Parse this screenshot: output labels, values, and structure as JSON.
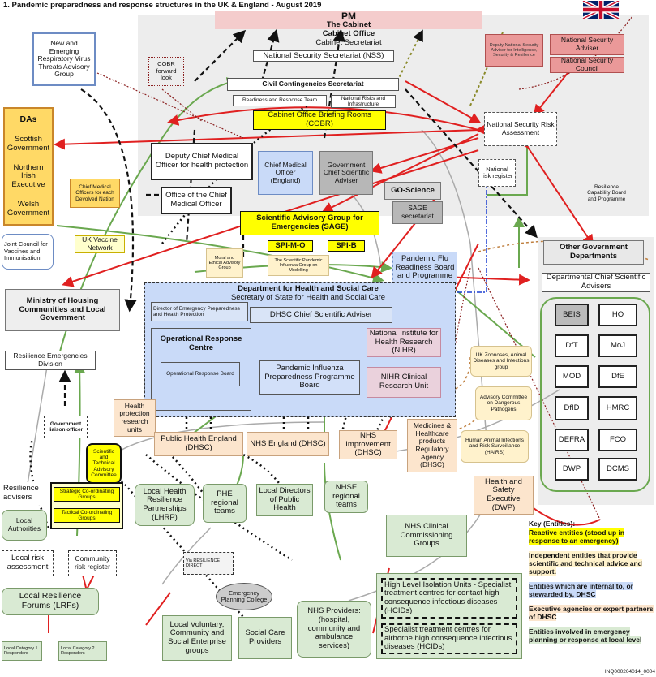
{
  "title": "1.   Pandemic preparedness and response structures in the UK & England - August 2019",
  "pm": "PM",
  "cabinet": "The Cabinet",
  "cabinet_office": "Cabinet Office",
  "cabinet_secretariat": "Cabinet Secretariat",
  "nss": "National Security Secretariat (NSS)",
  "cobr_forward_look": "COBR forward look",
  "deputy_nsa": "Deputy National Security Adviser for Intelligence, Security & Resilience",
  "nsa": "National Security Adviser",
  "nsc": "National Security Council",
  "ccs": "Civil Contingencies Secretariat",
  "rrt": "Readiness and Response Team",
  "nri": "National Risks and Infrastructure",
  "cobr": "Cabinet Office Briefing Rooms (COBR)",
  "nsra": "National Security Risk Assessment",
  "nrr": "National risk register",
  "rcbp": "Resilience Capability Board and Programme",
  "nervtag": "New and Emerging Respiratory Virus Threats Advisory Group",
  "das": {
    "title": "DAs",
    "items": [
      "Scottish Government",
      "Northern Irish Executive",
      "Welsh Government"
    ]
  },
  "dcmo": "Deputy Chief Medical Officer for health protection",
  "ocmo": "Office of the Chief Medical Officer",
  "cmo": "Chief Medical Officer (England)",
  "gcsa": "Government Chief Scientific Adviser",
  "goscience": "GO-Science",
  "sage_sec": "SAGE secretariat",
  "cmo_das": "Chief Medical Officers for each Devolved Nation",
  "sage": "Scientific Advisory Group for Emergencies (SAGE)",
  "spimo": "SPI-M-O",
  "spib": "SPI-B",
  "meag": "Moral and Ethical Advisory Group",
  "spim": "The Scientific Pandemic Influenza Group on Modelling",
  "jcvi": "Joint Council for Vaccines and Immunisation",
  "ukvn": "UK Vaccine Network",
  "pfrb": "Pandemic Flu Readiness Board and Programme",
  "ogd": "Other Government Departments",
  "dcsa": "Departmental Chief Scientific Advisers",
  "depts": [
    "BEIS",
    "HO",
    "DfT",
    "MoJ",
    "MOD",
    "DfE",
    "DfID",
    "HMRC",
    "DEFRA",
    "FCO",
    "DWP",
    "DCMS"
  ],
  "mhclg": "Ministry of Housing Communities and Local Government",
  "red": "Resilience Emergencies Division",
  "dhsc": "Department for Health and Social Care",
  "sos": "Secretary of State for Health and Social Care",
  "depr": "Director of Emergency Preparedness and Health Protection",
  "dhsc_csa": "DHSC Chief Scientific Adviser",
  "orc": "Operational Response Centre",
  "orb": "Operational Response Board",
  "pippb": "Pandemic Influenza Preparedness Programme Board",
  "nihr": "National Institute for Health Research (NIHR)",
  "nihr_cru": "NIHR Clinical Research Unit",
  "ukzoo": "UK Zoonoses, Animal Diseases and Infections group",
  "acdp": "Advisory Committee on Dangerous Pathogens",
  "hairs": "Human Animal Infections and Risk Surveillance (HAIRS)",
  "hpru": "Health protection research units",
  "phe": "Public Health England (DHSC)",
  "nhse": "NHS England (DHSC)",
  "nhsi": "NHS Improvement (DHSC)",
  "mhra": "Medicines & Healthcare products Regulatory Agency (DHSC)",
  "hse": "Health and Safety Executive (DWP)",
  "glo": "Government liaison officer",
  "stac": "Scientific and Technical Advisory Committee",
  "scg": "Strategic Co-ordinating Groups",
  "tcg": "Tactical Co-ordinating Groups",
  "res_adv": "Resilience advisers",
  "lhrp": "Local Health Resilience Partnerships (LHRP)",
  "phe_reg": "PHE regional teams",
  "ldph": "Local Directors of Public Health",
  "nhse_reg": "NHSE regional teams",
  "nhs_ccg": "NHS Clinical Commissioning Groups",
  "la": "Local Authorities",
  "lra": "Local risk assessment",
  "crr": "Community risk register",
  "via_rd": "Via RESILIENCE DIRECT",
  "lrf": "Local Resilience Forums (LRFs)",
  "epc": "Emergency Planning College",
  "lvcse": "Local Voluntary, Community and Social Enterprise groups",
  "scp": "Social Care Providers",
  "nhsp": "NHS Providers: (hospital, community and ambulance services)",
  "hliu": "High Level Isolation Units - Specialist treatment centres for contact high consequence infectious diseases (HCIDs)",
  "hliu2": "Specialist treatment centres for airborne high consequence infectious diseases (HCIDs)",
  "cat1": "Local Category 1 Responders",
  "cat2": "Local Category 2 Responders",
  "key": {
    "title": "Key (Entities):",
    "items": [
      {
        "text": "Reactive entities (stood up in response to an emergency)",
        "color": "#ffff00"
      },
      {
        "text": "Independent entities that provide scientific and technical advice and support.",
        "color": "#fff2cc"
      },
      {
        "text": "Entities which are internal to, or stewarded by, DHSC",
        "color": "#c9daf8"
      },
      {
        "text": "Executive agencies or expert partners of DHSC",
        "color": "#fce5cd"
      },
      {
        "text": "Entities involved in emergency planning or response at local level",
        "color": "#d9ead3"
      }
    ]
  },
  "ref": "INQ000204014_0004",
  "colors": {
    "red_line": "#e02020",
    "green_line": "#6aa84f",
    "gray_line": "#aaaaaa"
  }
}
